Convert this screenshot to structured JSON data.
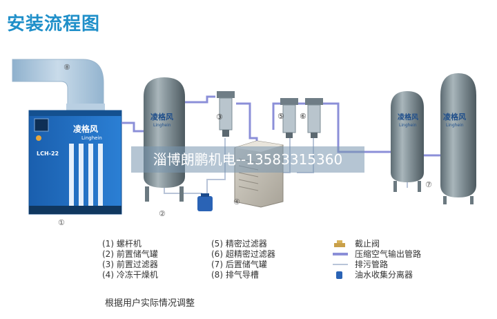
{
  "title": "安装流程图",
  "watermark": "淄博朗鹏机电--13583315360",
  "compressor": {
    "model": "LCH-22",
    "brand_cn": "凌格风",
    "brand_en": "Linghein"
  },
  "tank_brand_cn": "凌格风",
  "tank_brand_en": "Linghein",
  "markers": {
    "m1": "①",
    "m2": "②",
    "m3": "③",
    "m4": "④",
    "m5": "⑤",
    "m6": "⑥",
    "m7": "⑦",
    "m8": "⑧"
  },
  "legend_components": [
    "(1) 螺杆机",
    "(2) 前置储气罐",
    "(3) 前置过滤器",
    "(4) 冷冻干燥机",
    "(5) 精密过滤器",
    "(6) 超精密过滤器",
    "(7) 后置储气罐",
    "(8) 排气导槽"
  ],
  "legend_symbols": [
    {
      "icon": "valve-icon",
      "label": "截止阀"
    },
    {
      "icon": "air-pipe-icon",
      "label": "压缩空气输出管路"
    },
    {
      "icon": "drain-pipe-icon",
      "label": "排污管路"
    },
    {
      "icon": "oil-water-separator-icon",
      "label": "油水收集分离器"
    }
  ],
  "note": "根据用户实际情况调整",
  "colors": {
    "title": "#1f8fc9",
    "compressor_body": "#1f6fc4",
    "duct": "#a9c3da",
    "tank": "#7f8f96",
    "air_pipe": "#8b8fd8",
    "drain_pipe": "#b8c4d8",
    "separator": "#2a63b5"
  }
}
